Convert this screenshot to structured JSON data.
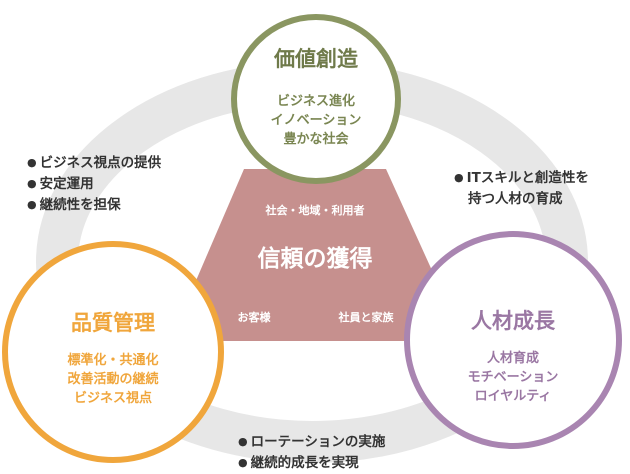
{
  "colors": {
    "ring": "#e7e7e7",
    "triangle": "#c6908e",
    "value_creation": "#8a9661",
    "quality": "#f0a63c",
    "growth": "#a985b1",
    "bullet_text": "#333333"
  },
  "center": {
    "title": "信頼の獲得",
    "top_label": "社会・地域・利用者",
    "left_label": "お客様",
    "right_label": "社員と家族"
  },
  "nodes": {
    "value_creation": {
      "title": "価値創造",
      "lines": [
        "ビジネス進化",
        "イノベーション",
        "豊かな社会"
      ]
    },
    "quality": {
      "title": "品質管理",
      "lines": [
        "標準化・共通化",
        "改善活動の継続",
        "ビジネス視点"
      ]
    },
    "growth": {
      "title": "人材成長",
      "lines": [
        "人材育成",
        "モチベーション",
        "ロイヤルティ"
      ]
    }
  },
  "bullets": {
    "top_left": [
      "ビジネス視点の提供",
      "安定運用",
      "継続性を担保"
    ],
    "top_right": [
      "ITスキルと創造性を",
      "持つ人材の育成"
    ],
    "bottom": [
      "ローテーションの実施",
      "継続的成長を実現"
    ]
  }
}
